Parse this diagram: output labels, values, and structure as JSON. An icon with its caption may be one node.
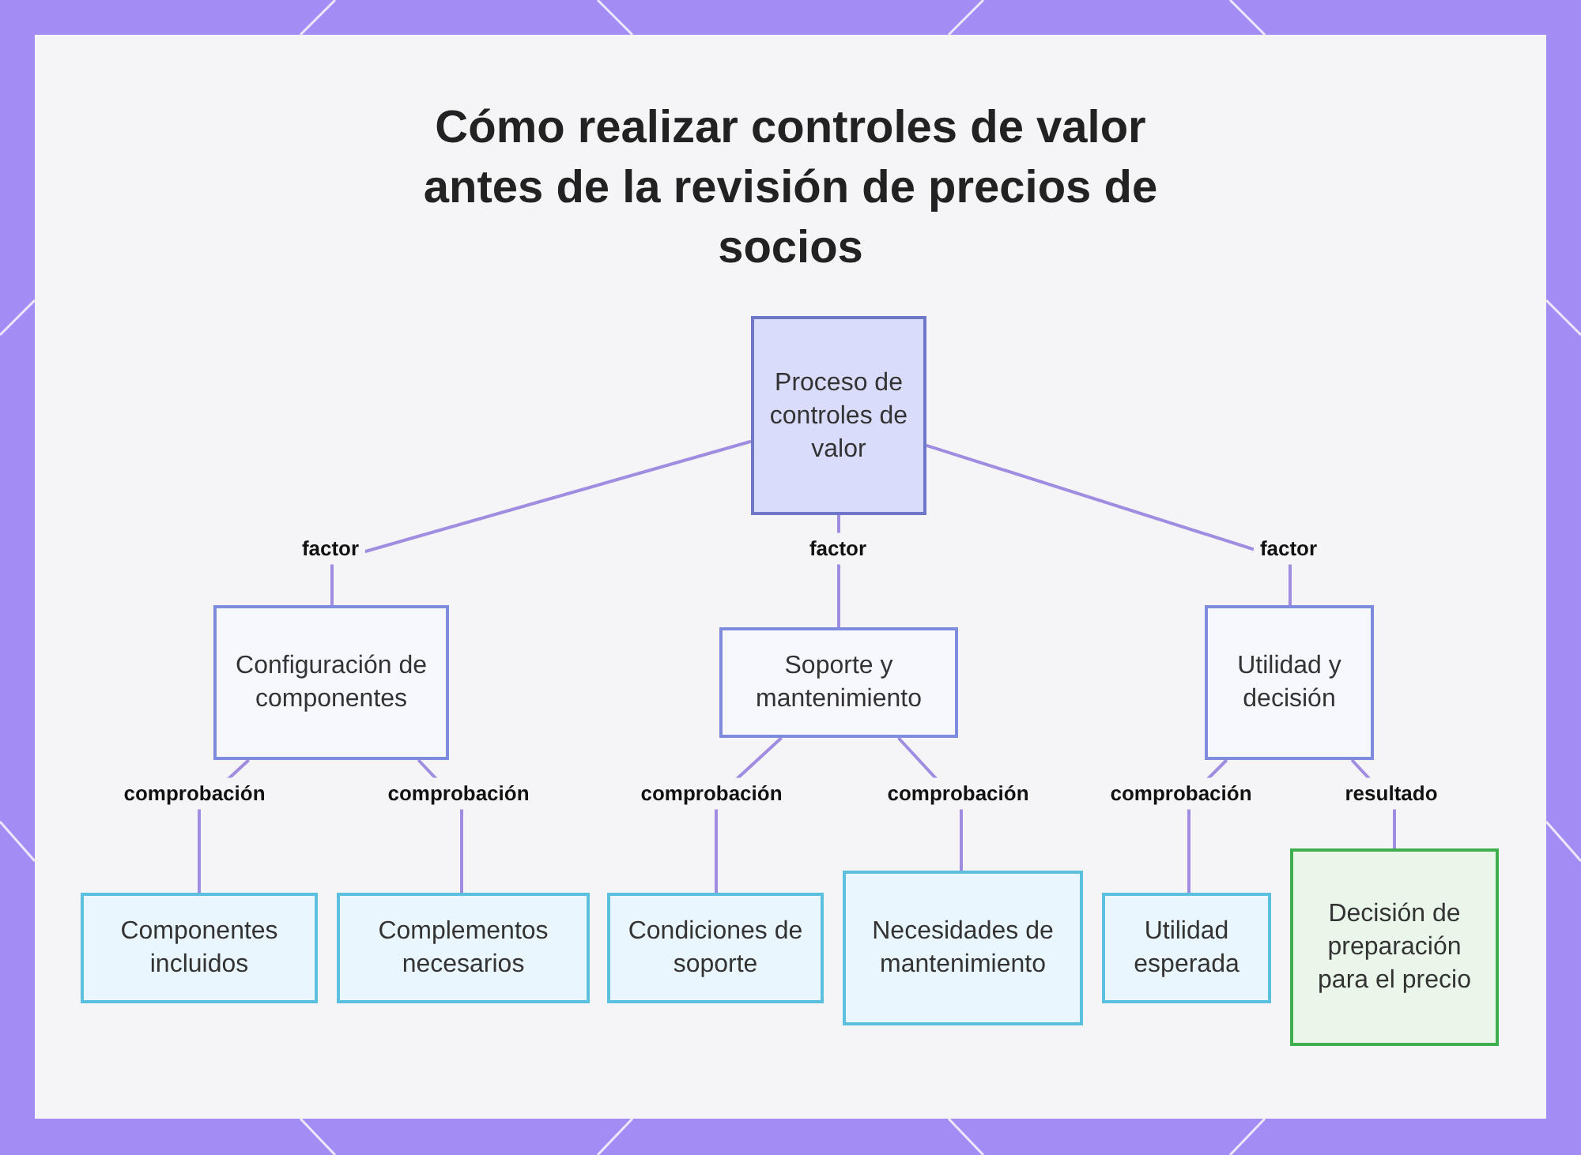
{
  "diagram": {
    "title": "Cómo realizar controles de valor antes de la revisión de precios de socios",
    "nodes": [
      {
        "text": [
          "Proceso de controles de valor"
        ]
      },
      {
        "text": [
          "Configuración de componentes"
        ]
      },
      {
        "text": [
          "Soporte y mantenimiento"
        ]
      },
      {
        "text": [
          "Utilidad y decisión"
        ]
      },
      {
        "text": [
          "Componentes incluidos"
        ]
      },
      {
        "text": [
          "Complementos necesarios"
        ]
      },
      {
        "text": [
          "Condiciones de soporte"
        ]
      },
      {
        "text": [
          "Necesidades de mantenimiento"
        ]
      },
      {
        "text": [
          "Utilidad esperada"
        ]
      },
      {
        "text": [
          "Decisión de preparación para el precio"
        ]
      }
    ],
    "edges": [
      {
        "from": 0,
        "to": 1,
        "arrow": "none",
        "label": "factor"
      },
      {
        "from": 0,
        "to": 2,
        "arrow": "none",
        "label": "factor"
      },
      {
        "from": 0,
        "to": 3,
        "arrow": "none",
        "label": "factor"
      },
      {
        "from": 1,
        "to": 4,
        "arrow": "none",
        "label": "comprobación"
      },
      {
        "from": 1,
        "to": 5,
        "arrow": "none",
        "label": "comprobación"
      },
      {
        "from": 2,
        "to": 6,
        "arrow": "none",
        "label": "comprobación"
      },
      {
        "from": 2,
        "to": 7,
        "arrow": "none",
        "label": "comprobación"
      },
      {
        "from": 3,
        "to": 8,
        "arrow": "none",
        "label": "comprobación"
      },
      {
        "from": 3,
        "to": 9,
        "arrow": "none",
        "label": "resultado"
      }
    ]
  }
}
